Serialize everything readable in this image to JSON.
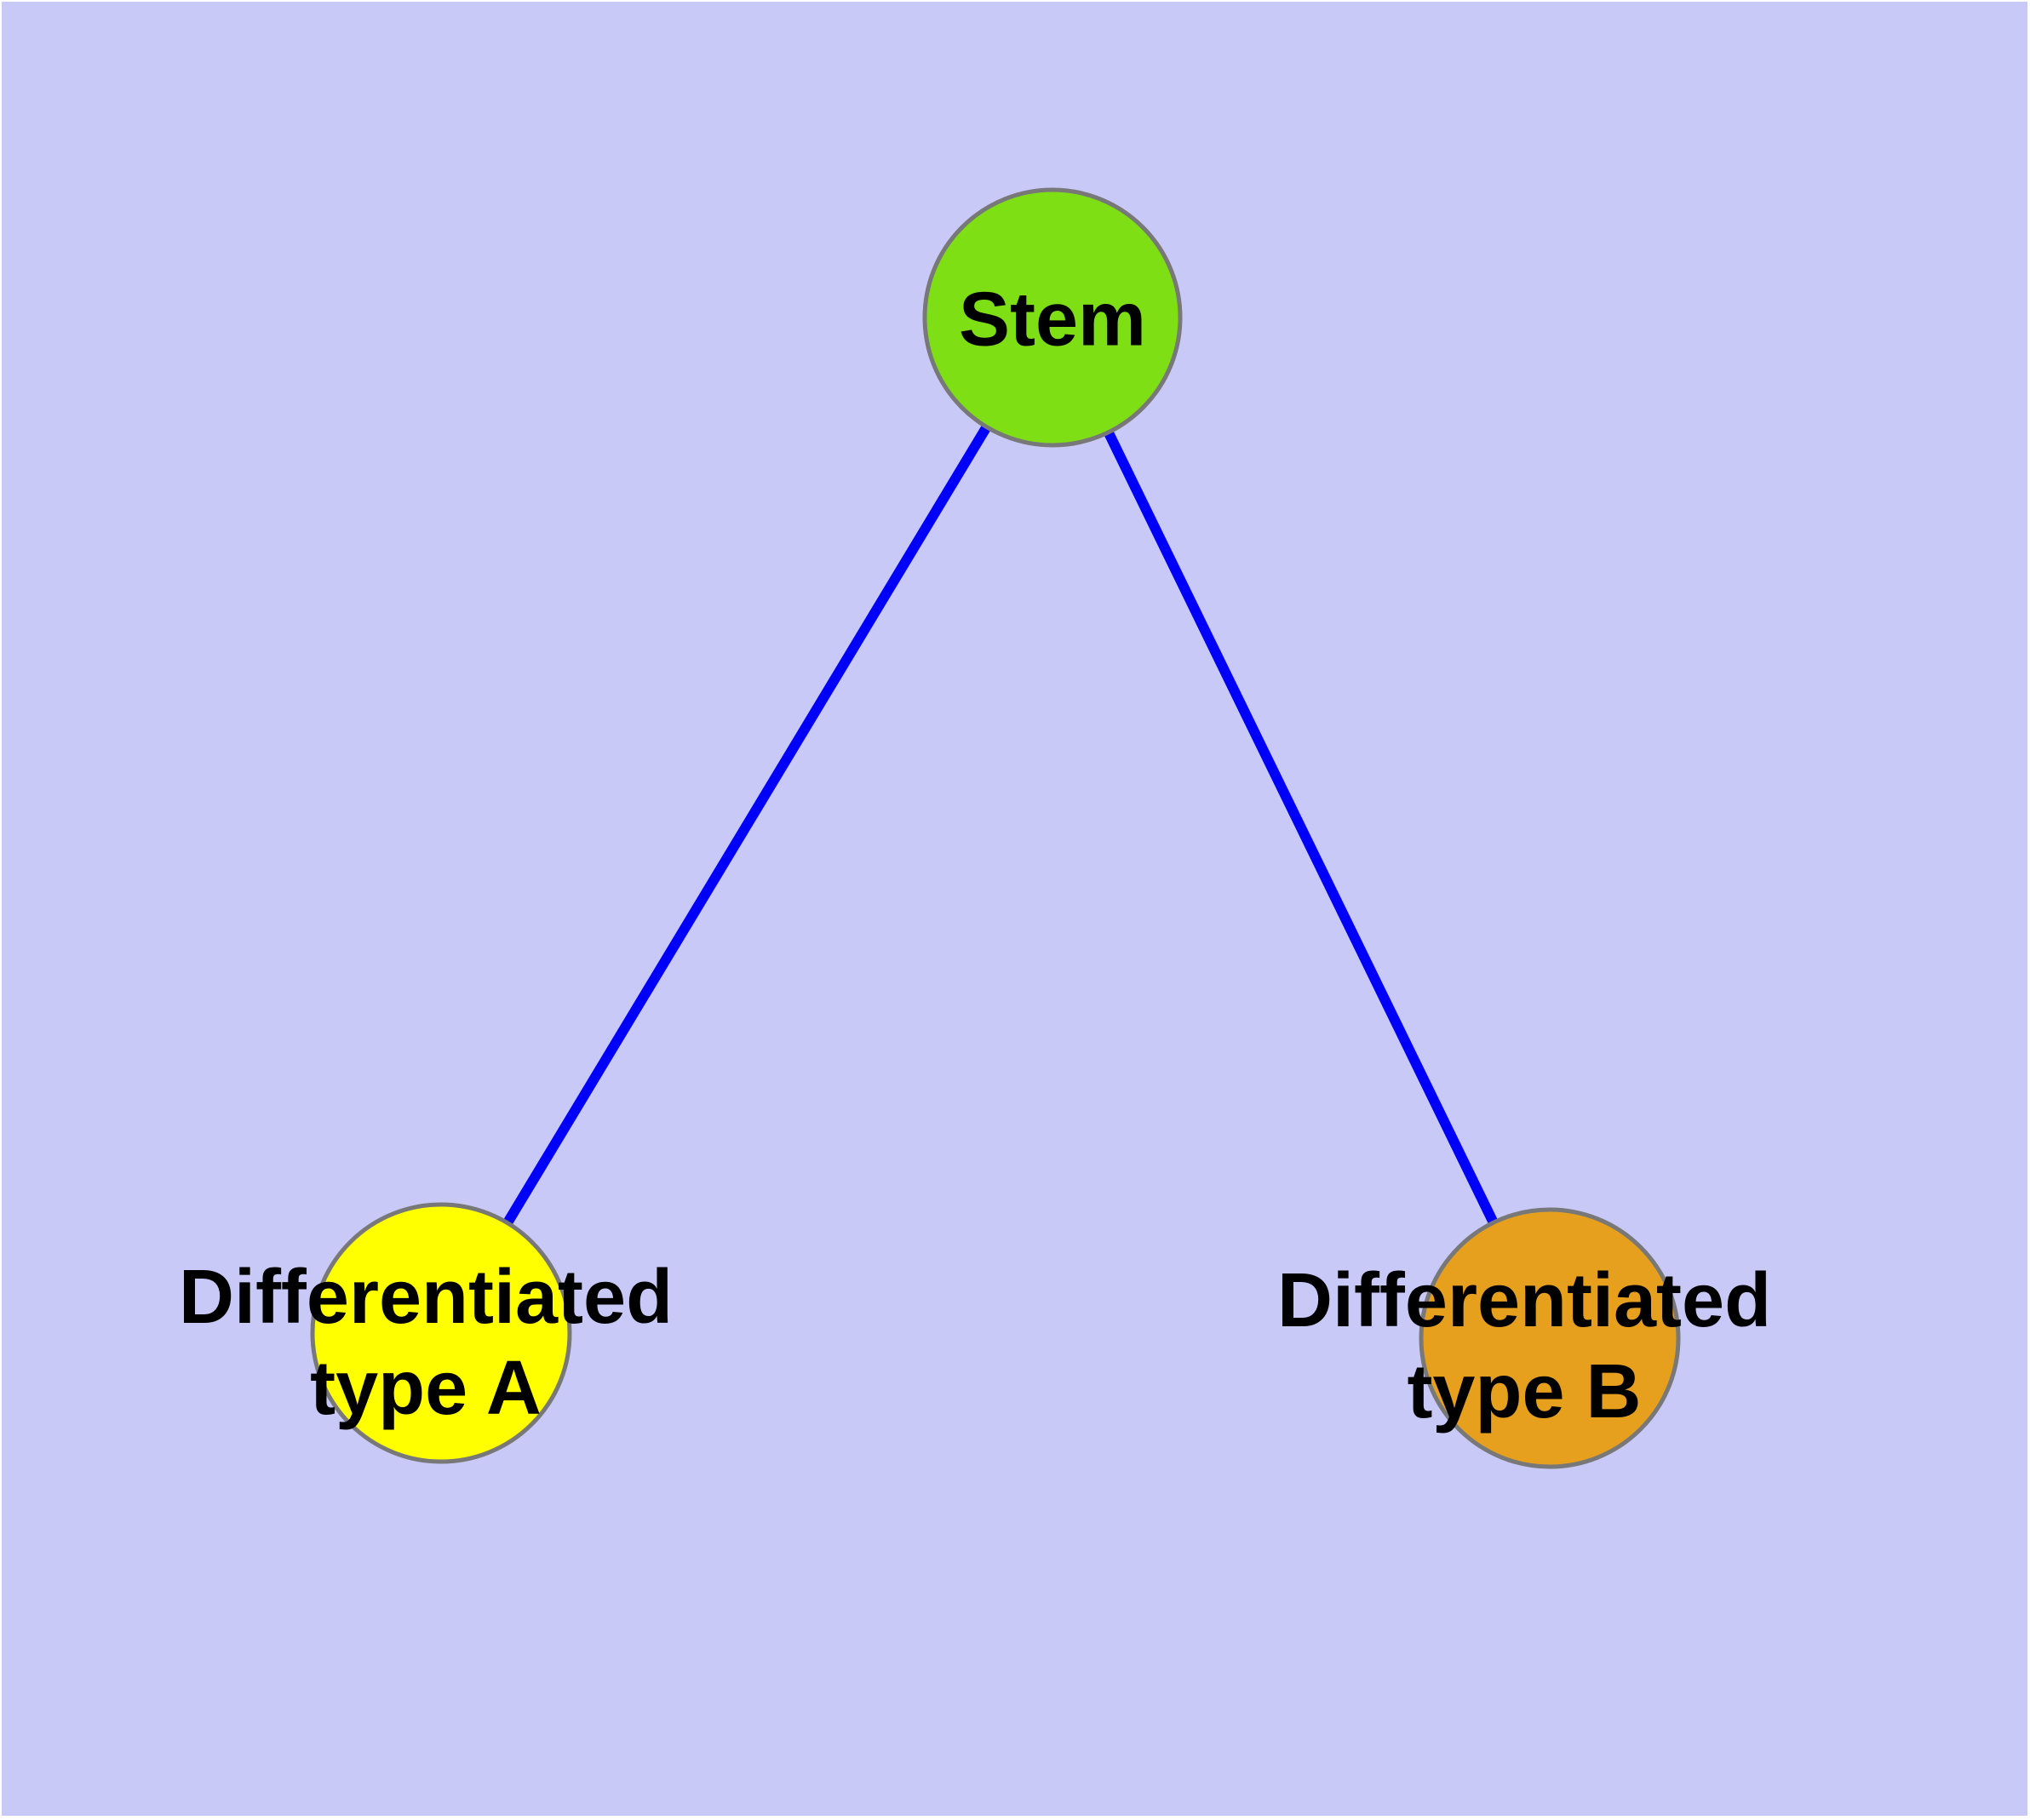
{
  "diagram": {
    "type": "node-link-graph",
    "description": "Stem cell differentiation diagram",
    "background_color": "#C9C9F8",
    "page_color": "#FFFFFF",
    "edge_color": "#0000FA",
    "node_border_color": "#787878",
    "text_color": "#000000",
    "nodes": [
      {
        "id": "stem",
        "label": "Stem",
        "fill": "#7EE014"
      },
      {
        "id": "differentiated-type-a",
        "label": "Differentiated\ntype A",
        "fill": "#FFFF00"
      },
      {
        "id": "differentiated-type-b",
        "label": "Differentiated\ntype B",
        "fill": "#E6A01E"
      }
    ],
    "edges": [
      {
        "from": "stem",
        "to": "differentiated-type-a"
      },
      {
        "from": "stem",
        "to": "differentiated-type-b"
      }
    ]
  }
}
